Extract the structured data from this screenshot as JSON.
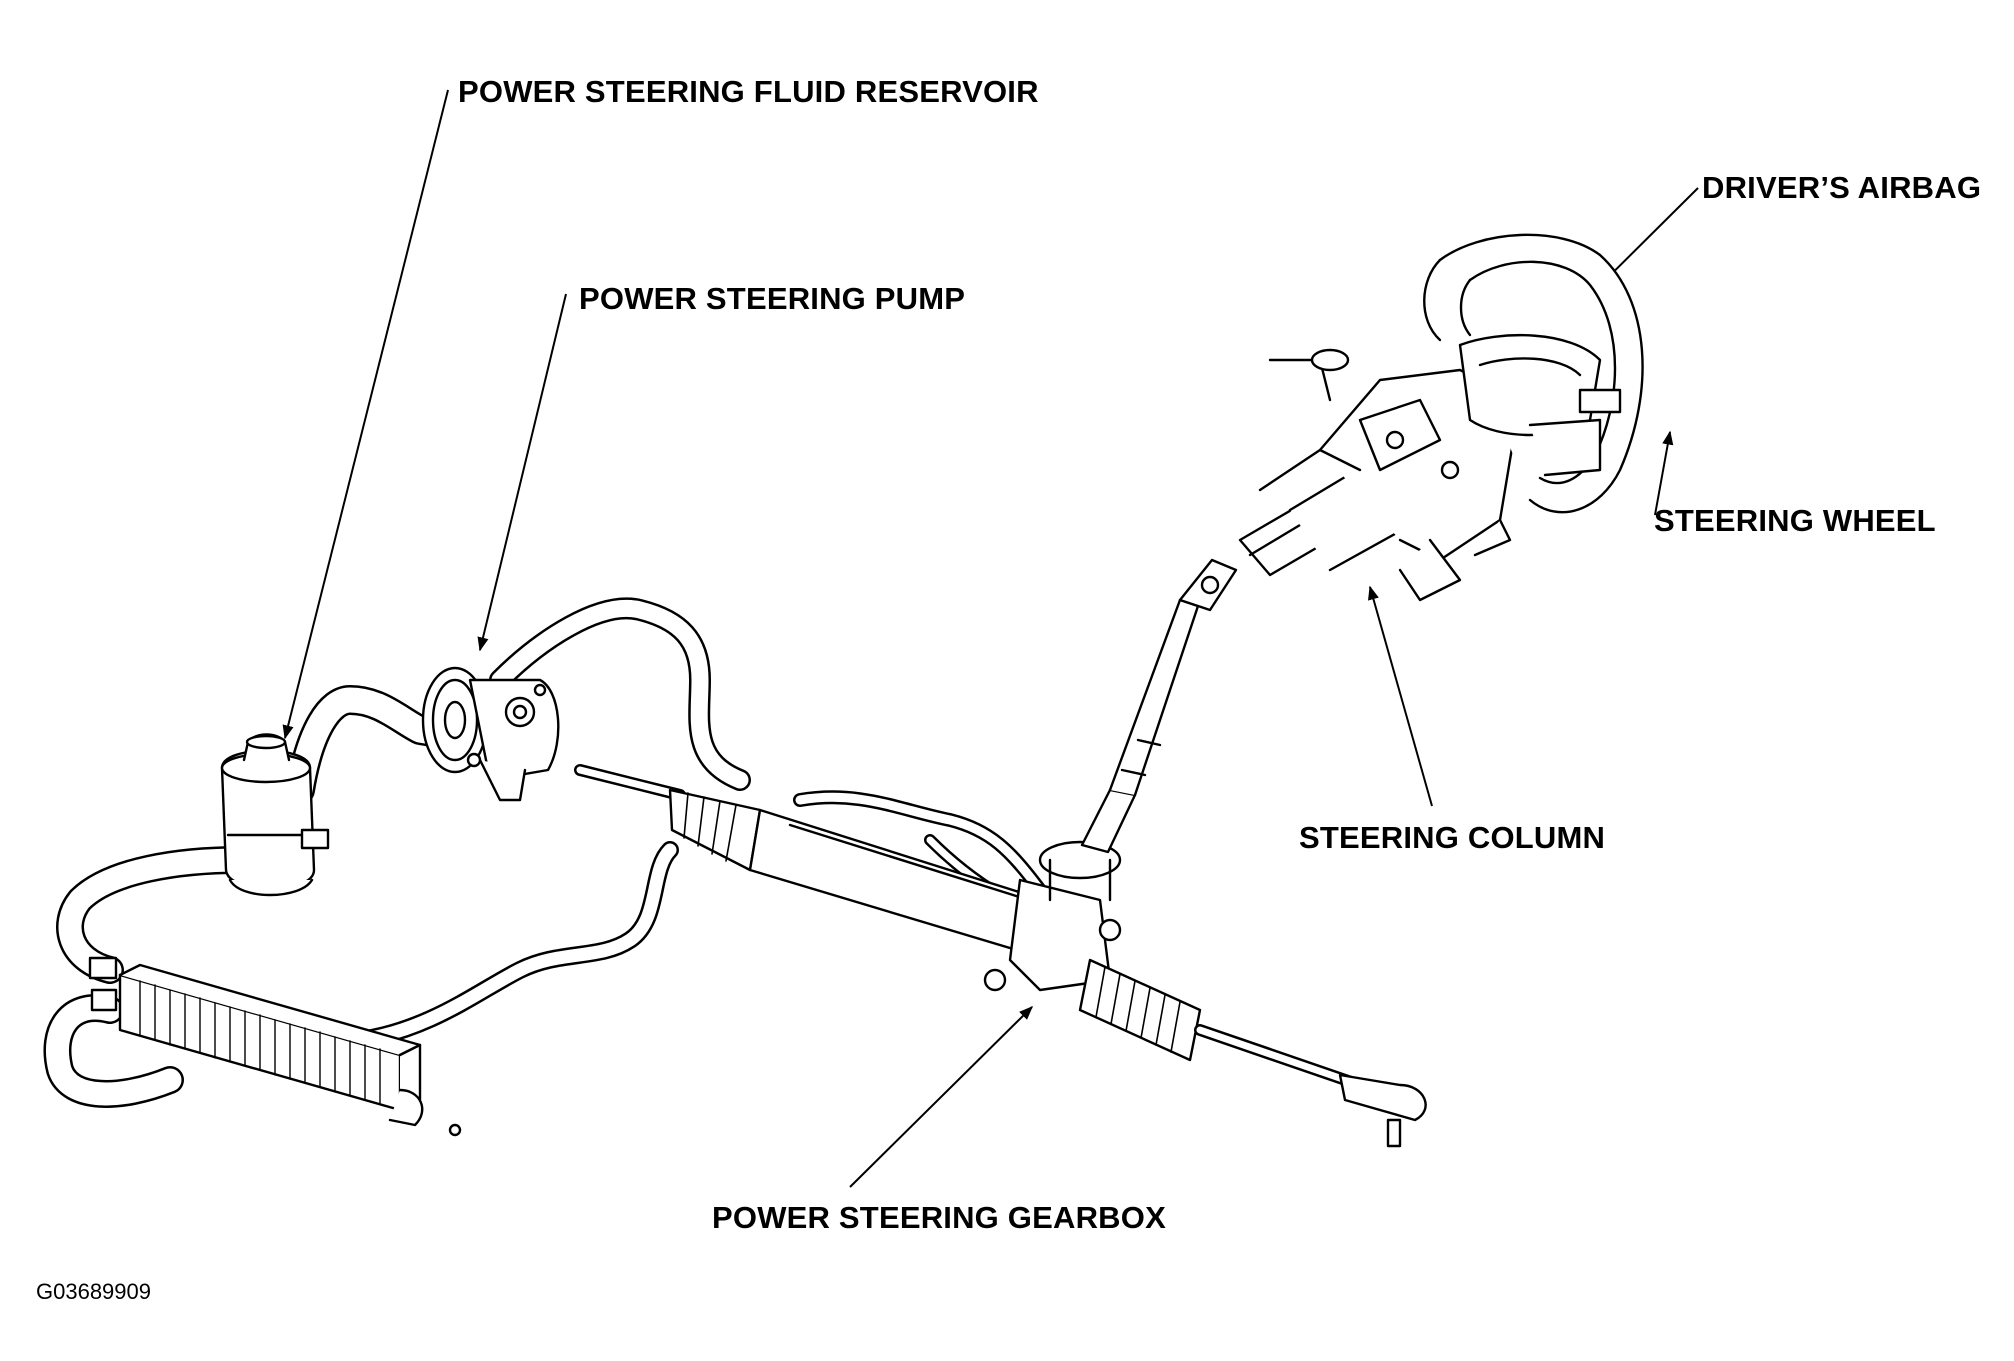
{
  "labels": {
    "reservoir": "POWER STEERING FLUID RESERVOIR",
    "pump": "POWER STEERING PUMP",
    "airbag": "DRIVER’S AIRBAG",
    "wheel": "STEERING WHEEL",
    "column": "STEERING COLUMN",
    "gearbox": "POWER STEERING GEARBOX"
  },
  "figure_code": "G03689909",
  "colors": {
    "ink": "#000000",
    "paper": "#ffffff"
  }
}
